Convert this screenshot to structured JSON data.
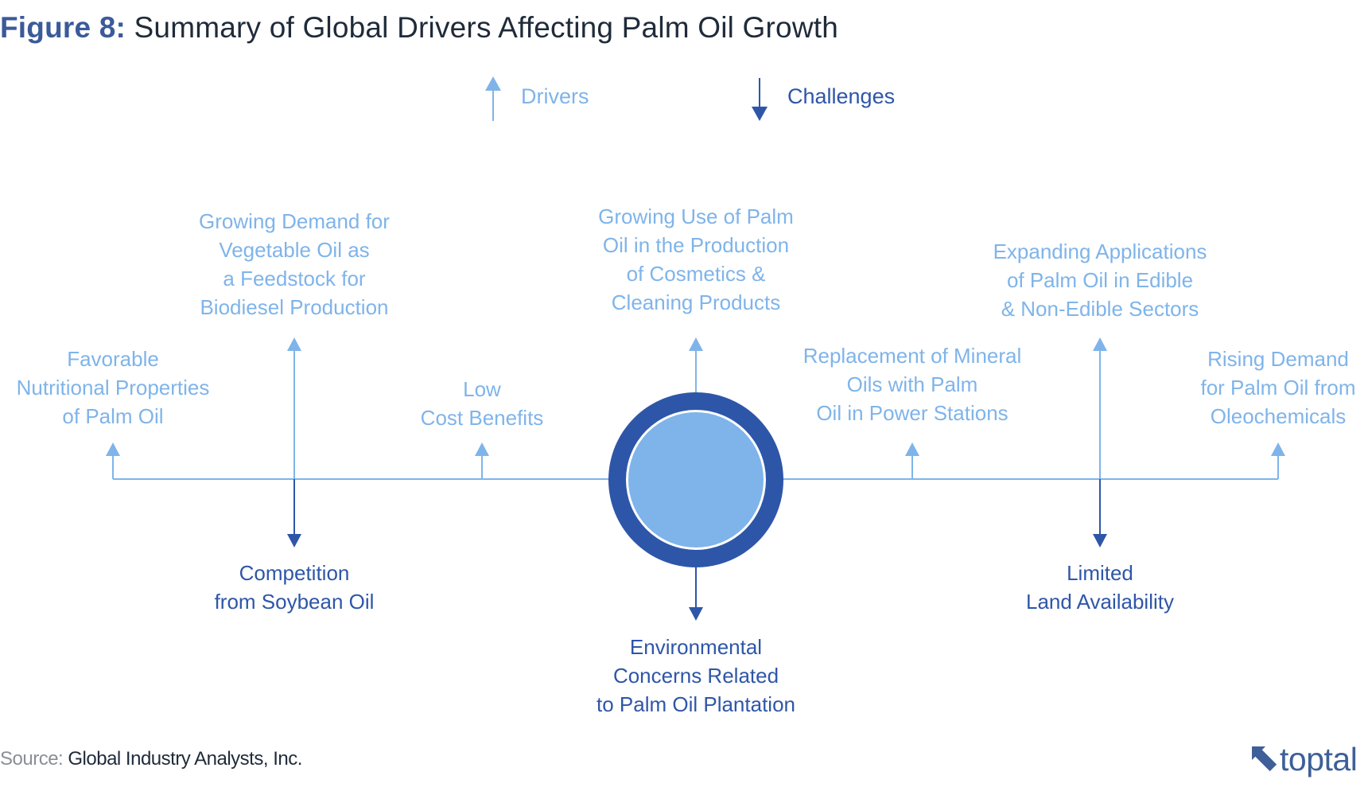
{
  "title": {
    "prefix": "Figure 8:",
    "text": "Summary of Global Drivers Affecting Palm Oil Growth"
  },
  "legend": {
    "drivers": "Drivers",
    "challenges": "Challenges"
  },
  "drivers": [
    "Favorable\nNutritional Properties\nof Palm Oil",
    "Growing Demand for\nVegetable Oil as\na Feedstock for\nBiodiesel Production",
    "Low\nCost Benefits",
    "Growing Use of Palm\nOil in the Production\nof Cosmetics &\nCleaning Products",
    "Replacement of Mineral\nOils with Palm\nOil in Power Stations",
    "Expanding Applications\nof Palm Oil in Edible\n& Non-Edible Sectors",
    "Rising Demand\nfor Palm Oil from\nOleochemicals"
  ],
  "challenges": [
    "Competition\nfrom Soybean Oil",
    "Environmental\nConcerns Related\nto Palm Oil Plantation",
    "Limited\nLand Availability"
  ],
  "source": {
    "label": "Source:",
    "text": "Global Industry Analysts, Inc."
  },
  "logo": {
    "text": "toptal",
    "icon": "toptal-logo-icon"
  },
  "colors": {
    "driver": "#7fb4ea",
    "challenge": "#2e56a8",
    "hub_fill": "#7fb4ea",
    "hub_ring": "#2e56a8",
    "title_prefix": "#3b5a9a"
  }
}
